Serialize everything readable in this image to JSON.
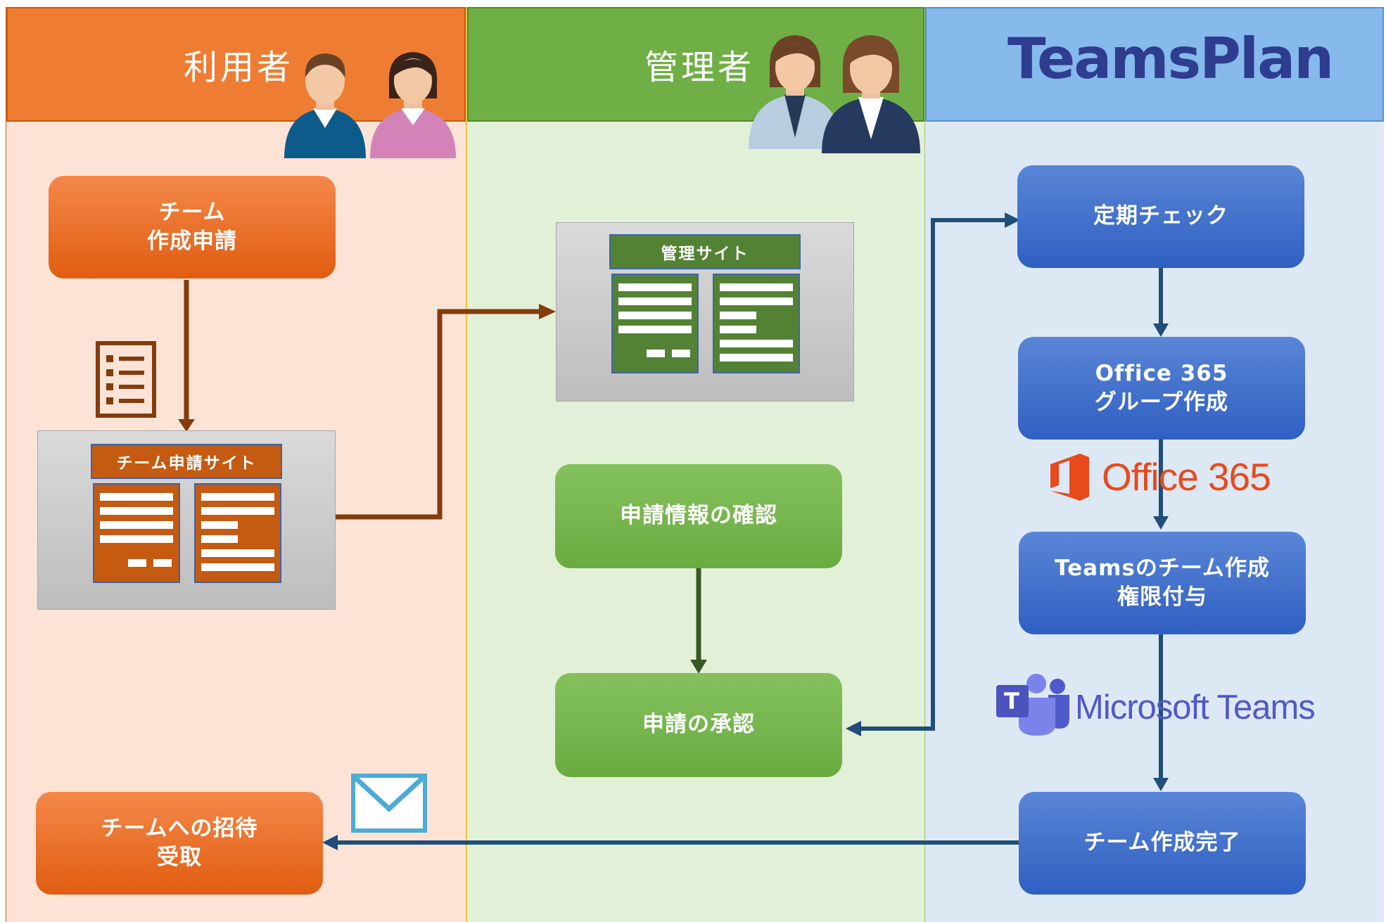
{
  "lanes": {
    "user": {
      "title": "利用者",
      "header_color": "#ee7d33",
      "body_color": "#fce3d5"
    },
    "admin": {
      "title": "管理者",
      "header_color": "#6faf45",
      "body_color": "#e3f0d8"
    },
    "system": {
      "logo_text": "TeamsPlan",
      "header_color": "#86b9ec",
      "body_color": "#dde8f5"
    }
  },
  "nodes": {
    "team_request": {
      "line1": "チーム",
      "line2": "作成申請"
    },
    "request_site": {
      "title": "チーム申請サイト"
    },
    "admin_site": {
      "title": "管理サイト"
    },
    "review": {
      "label": "申請情報の確認"
    },
    "approve": {
      "label": "申請の承認"
    },
    "invite": {
      "line1": "チームへの招待",
      "line2": "受取"
    },
    "periodic_check": {
      "label": "定期チェック"
    },
    "group_create": {
      "line1": "Office 365",
      "line2": "グループ作成"
    },
    "teams_create": {
      "line1": "Teamsのチーム作成",
      "line2": "権限付与"
    },
    "team_done": {
      "label": "チーム作成完了"
    }
  },
  "logos": {
    "office365": "Office 365",
    "microsoft_teams": "Microsoft Teams",
    "teams_icon_letter": "T"
  },
  "icons": [
    "user-man-icon",
    "user-woman-icon",
    "admin-woman-light-icon",
    "admin-woman-dark-icon",
    "form-document-icon",
    "mail-envelope-icon",
    "office365-icon",
    "microsoft-teams-icon"
  ],
  "colors": {
    "user_arrow": "#843c0c",
    "admin_arrow": "#385723",
    "system_arrow": "#1f4e79",
    "logo_text": "#2e3d8f",
    "office365_red": "#e84a1c",
    "teams_purple": "#5059c9"
  }
}
